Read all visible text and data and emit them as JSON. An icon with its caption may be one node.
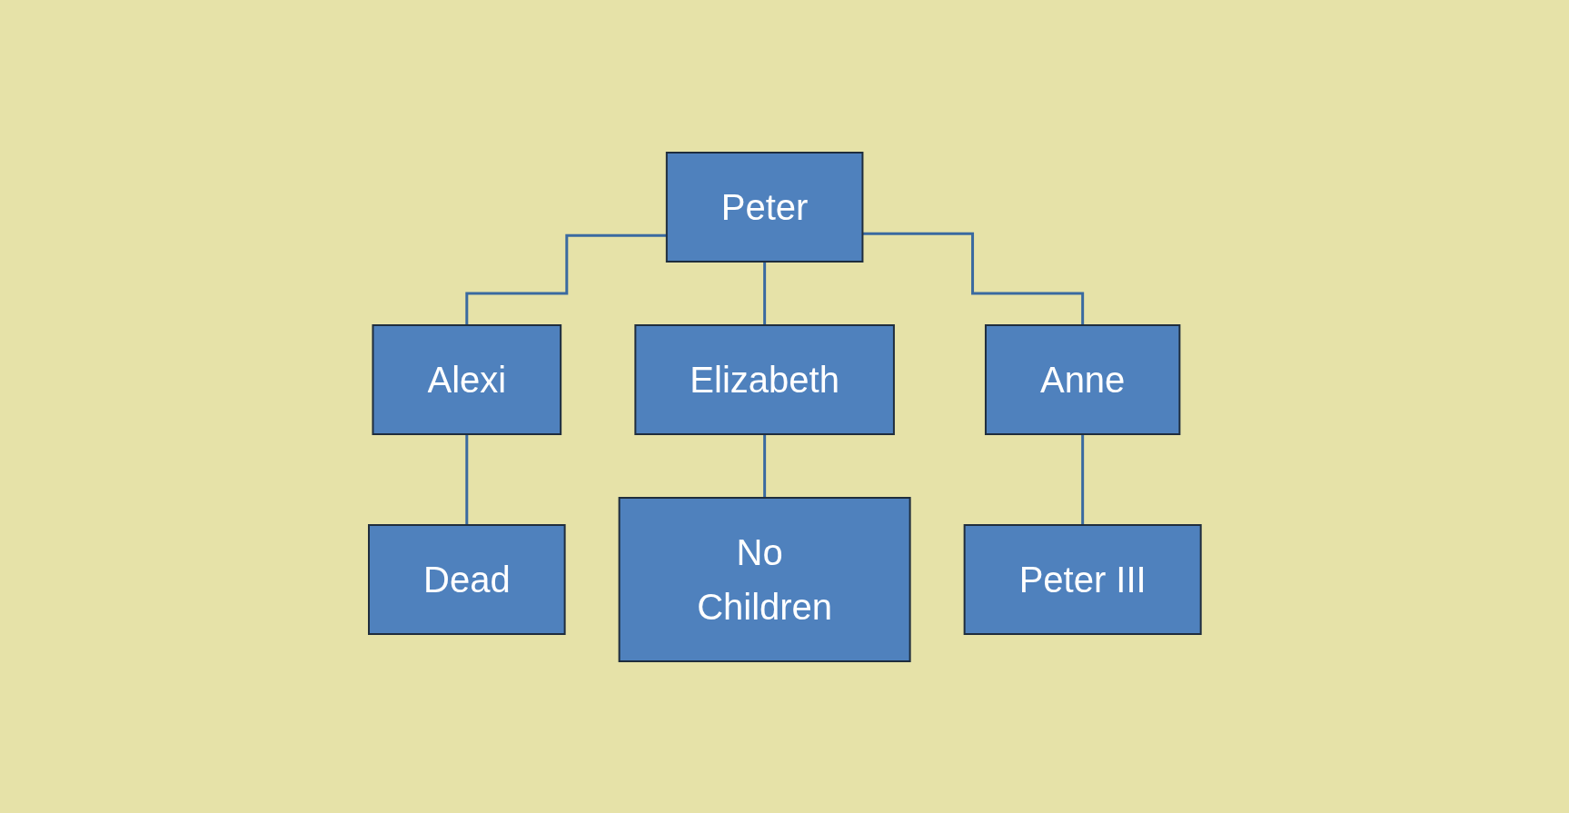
{
  "diagram": {
    "nodes": [
      {
        "text": [
          "Peter"
        ]
      },
      {
        "text": [
          "Alexi"
        ]
      },
      {
        "text": [
          "Elizabeth"
        ]
      },
      {
        "text": [
          "Anne"
        ]
      },
      {
        "text": [
          "Dead"
        ]
      },
      {
        "text": [
          "No Children"
        ]
      },
      {
        "text": [
          "Peter III"
        ]
      }
    ],
    "edges": [
      {
        "from": 0,
        "to": 1,
        "arrow": "none"
      },
      {
        "from": 0,
        "to": 2,
        "arrow": "none"
      },
      {
        "from": 0,
        "to": 3,
        "arrow": "none"
      },
      {
        "from": 1,
        "to": 4,
        "arrow": "none"
      },
      {
        "from": 2,
        "to": 5,
        "arrow": "none"
      },
      {
        "from": 3,
        "to": 6,
        "arrow": "none"
      }
    ]
  }
}
